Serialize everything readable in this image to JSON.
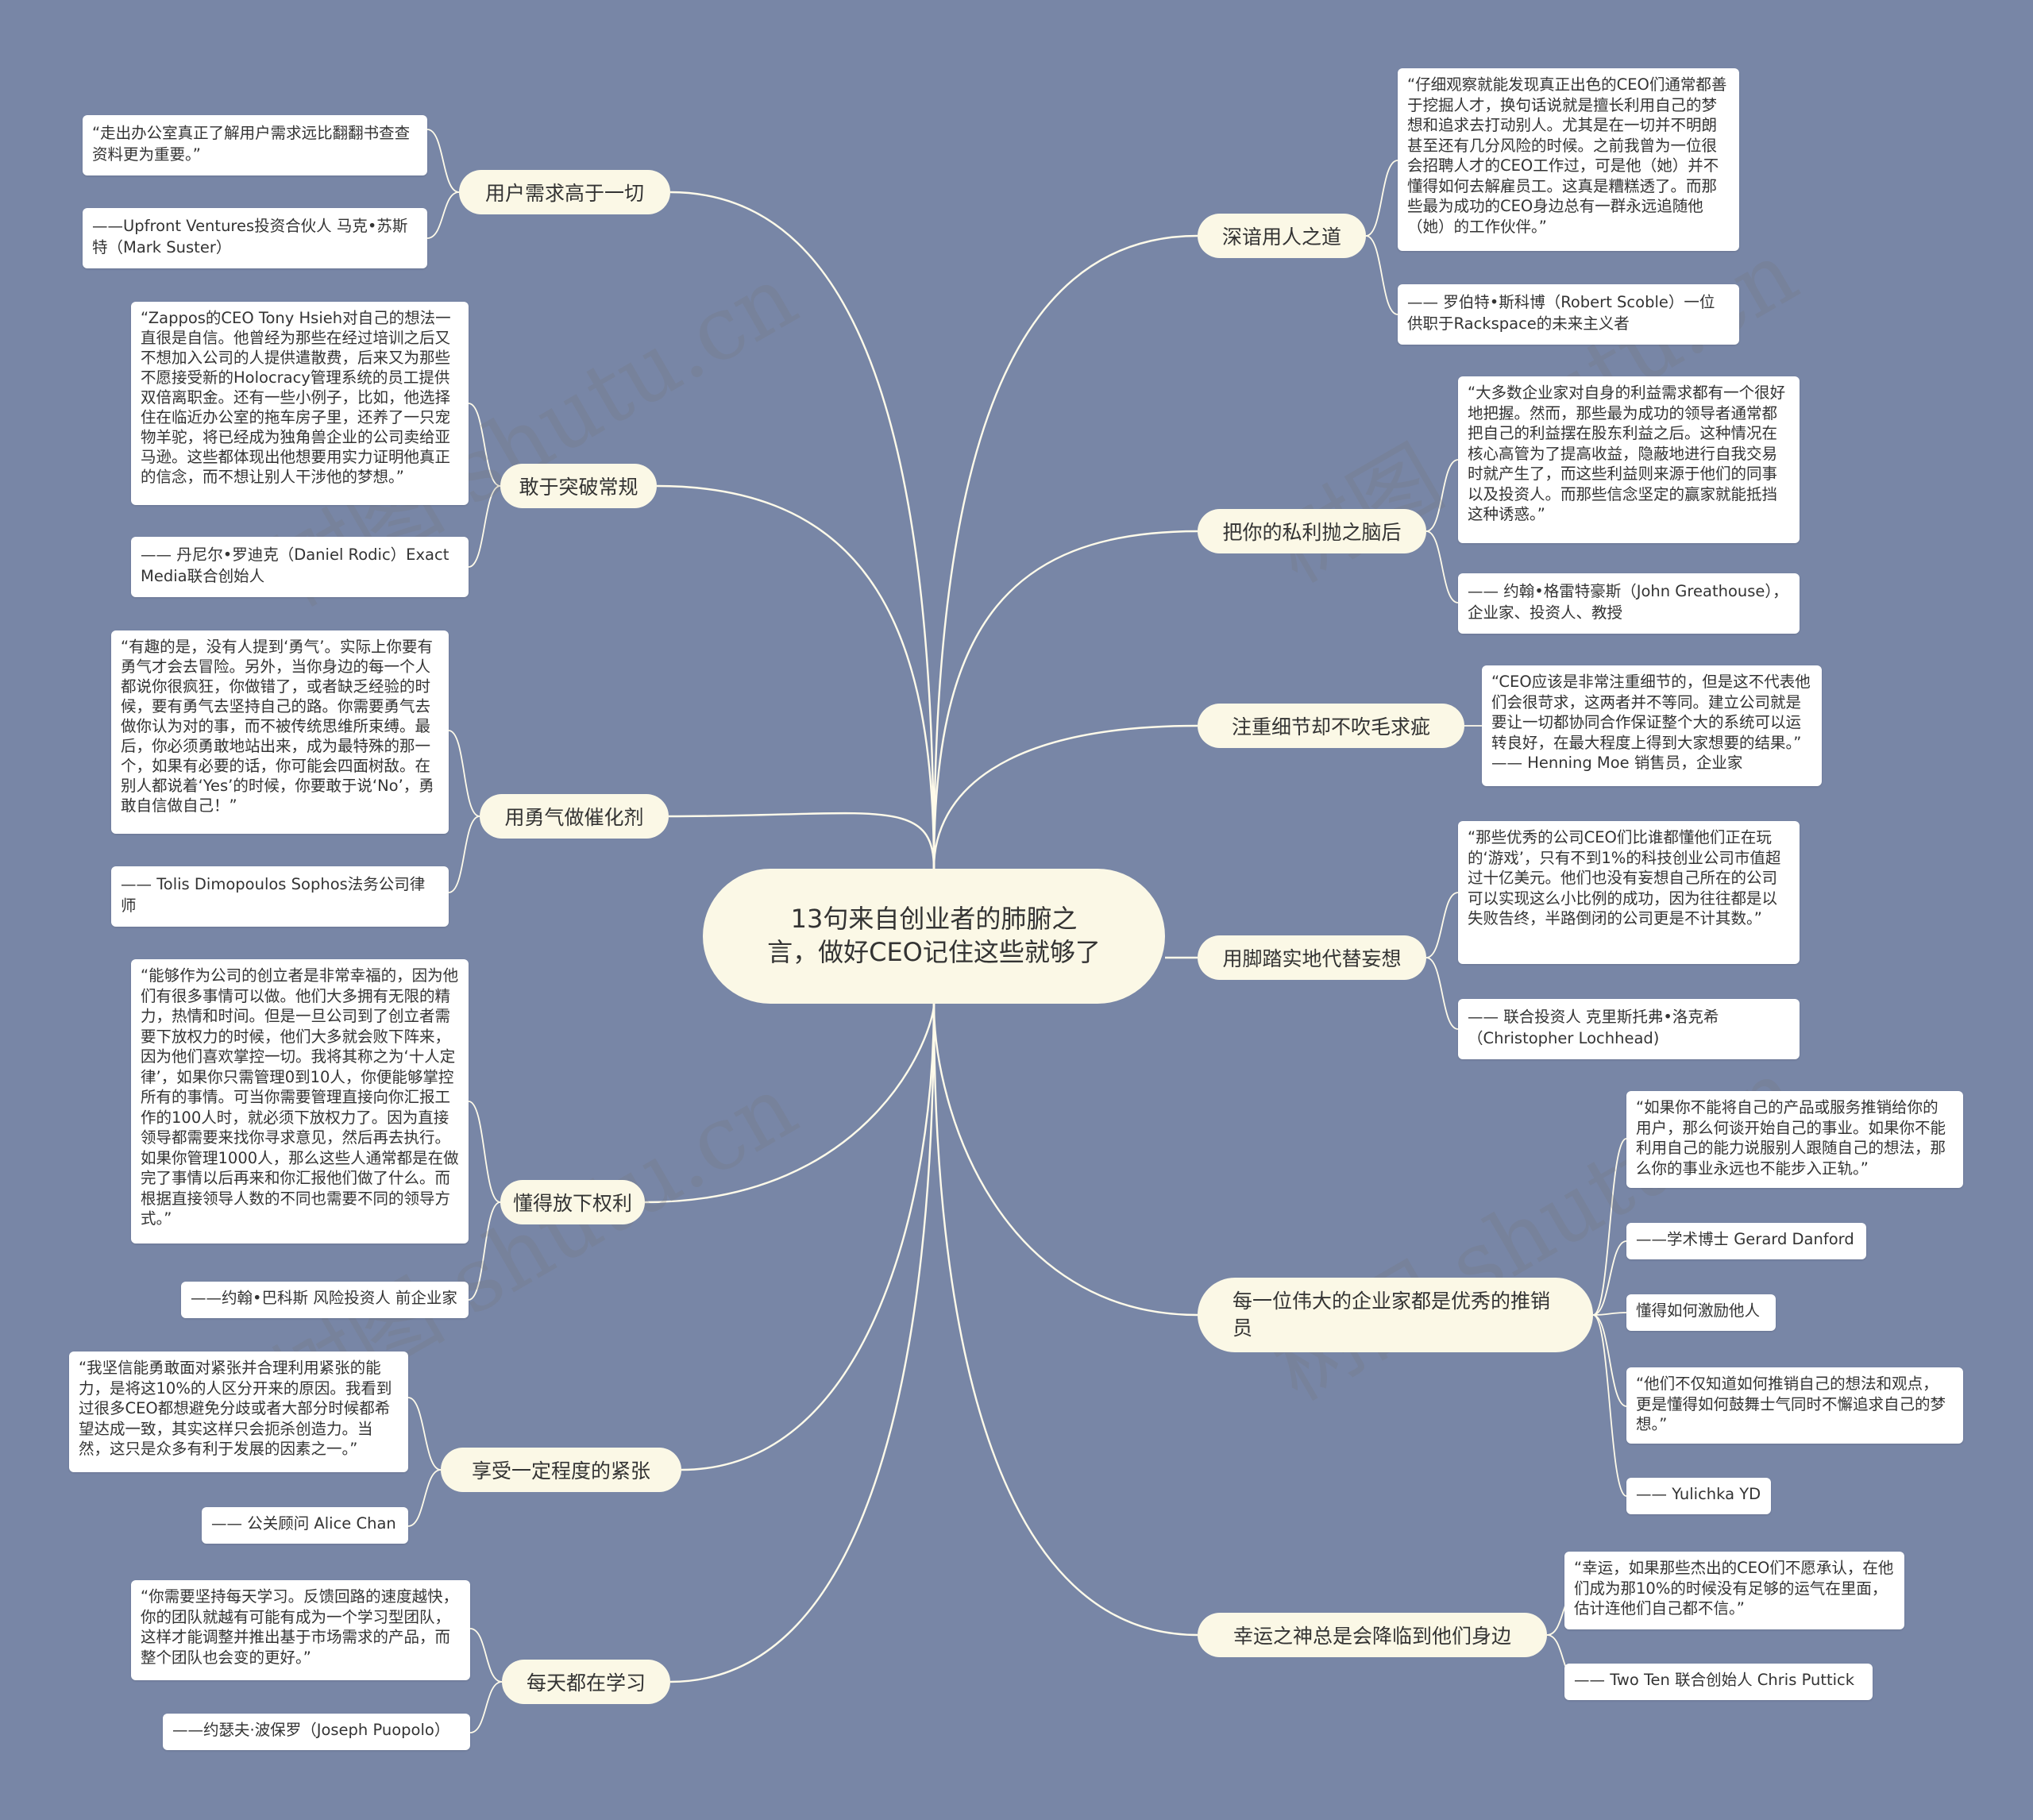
{
  "root": "13句来自创业者的肺腑之言，做好CEO记住这些就够了",
  "branches": [
    {
      "label": "用户需求高于一切",
      "leaves": [
        "“走出办公室真正了解用户需求远比翻翻书查查资料更为重要。”",
        "——Upfront Ventures投资合伙人 马克•苏斯特（Mark Suster）"
      ]
    },
    {
      "label": "敢于突破常规",
      "leaves": [
        "“Zappos的CEO Tony Hsieh对自己的想法一直很是自信。他曾经为那些在经过培训之后又不想加入公司的人提供遣散费，后来又为那些不愿接受新的Holocracy管理系统的员工提供双倍离职金。还有一些小例子，比如，他选择住在临近办公室的拖车房子里，还养了一只宠物羊驼，将已经成为独角兽企业的公司卖给亚马逊。这些都体现出他想要用实力证明他真正的信念，而不想让别人干涉他的梦想。”",
        "—— 丹尼尔•罗迪克（Daniel Rodic）Exact Media联合创始人"
      ]
    },
    {
      "label": "用勇气做催化剂",
      "leaves": [
        "“有趣的是，没有人提到‘勇气’。实际上你要有勇气才会去冒险。另外，当你身边的每一个人都说你很疯狂，你做错了，或者缺乏经验的时候，要有勇气去坚持自己的路。你需要勇气去做你认为对的事，而不被传统思维所束缚。最后，你必须勇敢地站出来，成为最特殊的那一个，如果有必要的话，你可能会四面树敌。在别人都说着‘Yes’的时候，你要敢于说‘No’，勇敢自信做自己！”",
        "—— Tolis Dimopoulos Sophos法务公司律师"
      ]
    },
    {
      "label": "懂得放下权利",
      "leaves": [
        "“能够作为公司的创立者是非常幸福的，因为他们有很多事情可以做。他们大多拥有无限的精力，热情和时间。但是一旦公司到了创立者需要下放权力的时候，他们大多就会败下阵来，因为他们喜欢掌控一切。我将其称之为‘十人定律’，如果你只需管理0到10人，你便能够掌控所有的事情。可当你需要管理直接向你汇报工作的100人时，就必须下放权力了。因为直接领导都需要来找你寻求意见，然后再去执行。如果你管理1000人，那么这些人通常都是在做完了事情以后再来和你汇报他们做了什么。而根据直接领导人数的不同也需要不同的领导方式。”",
        "——约翰•巴科斯 风险投资人 前企业家"
      ]
    },
    {
      "label": "享受一定程度的紧张",
      "leaves": [
        "“我坚信能勇敢面对紧张并合理利用紧张的能力，是将这10%的人区分开来的原因。我看到过很多CEO都想避免分歧或者大部分时候都希望达成一致，其实这样只会扼杀创造力。当然，这只是众多有利于发展的因素之一。”",
        "—— 公关顾问 Alice Chan"
      ]
    },
    {
      "label": "每天都在学习",
      "leaves": [
        "“你需要坚持每天学习。反馈回路的速度越快，你的团队就越有可能有成为一个学习型团队，这样才能调整并推出基于市场需求的产品，而整个团队也会变的更好。”",
        "——约瑟夫·波保罗（Joseph Puopolo）"
      ]
    },
    {
      "label": "深谙用人之道",
      "leaves": [
        "“仔细观察就能发现真正出色的CEO们通常都善于挖掘人才，换句话说就是擅长利用自己的梦想和追求去打动别人。尤其是在一切并不明朗甚至还有几分风险的时候。之前我曾为一位很会招聘人才的CEO工作过，可是他（她）并不懂得如何去解雇员工。这真是糟糕透了。而那些最为成功的CEO身边总有一群永远追随他（她）的工作伙伴。”",
        "—— 罗伯特•斯科博（Robert Scoble）一位供职于Rackspace的未来主义者"
      ]
    },
    {
      "label": "把你的私利抛之脑后",
      "leaves": [
        "“大多数企业家对自身的利益需求都有一个很好地把握。然而，那些最为成功的领导者通常都把自己的利益摆在股东利益之后。这种情况在核心高管为了提高收益，隐蔽地进行自我交易时就产生了，而这些利益则来源于他们的同事以及投资人。而那些信念坚定的赢家就能抵挡这种诱惑。”",
        "—— 约翰•格雷特豪斯（John Greathouse），企业家、投资人、教授"
      ]
    },
    {
      "label": "注重细节却不吹毛求疵",
      "leaves": [
        "“CEO应该是非常注重细节的，但是这不代表他们会很苛求，这两者并不等同。建立公司就是要让一切都协同合作保证整个大的系统可以运转良好，在最大程度上得到大家想要的结果。” —— Henning Moe 销售员，企业家"
      ]
    },
    {
      "label": "用脚踏实地代替妄想",
      "leaves": [
        "“那些优秀的公司CEO们比谁都懂他们正在玩的‘游戏’，只有不到1%的科技创业公司市值超过十亿美元。他们也没有妄想自己所在的公司可以实现这么小比例的成功，因为往往都是以失败告终，半路倒闭的公司更是不计其数。”",
        "—— 联合投资人 克里斯托弗•洛克希（Christopher Lochhead)"
      ]
    },
    {
      "label": "每一位伟大的企业家都是优秀的推销员",
      "leaves": [
        "“如果你不能将自己的产品或服务推销给你的用户，那么何谈开始自己的事业。如果你不能利用自己的能力说服别人跟随自己的想法，那么你的事业永远也不能步入正轨。”",
        "——学术博士 Gerard Danford",
        "懂得如何激励他人",
        "“他们不仅知道如何推销自己的想法和观点，更是懂得如何鼓舞士气同时不懈追求自己的梦想。”",
        "—— Yulichka YD"
      ]
    },
    {
      "label": "幸运之神总是会降临到他们身边",
      "leaves": [
        "“幸运，如果那些杰出的CEO们不愿承认，在他们成为那10%的时候没有足够的运气在里面，估计连他们自己都不信。”",
        "—— Two Ten 联合创始人 Chris Puttick"
      ]
    }
  ],
  "watermark": "树图 shutu.cn"
}
